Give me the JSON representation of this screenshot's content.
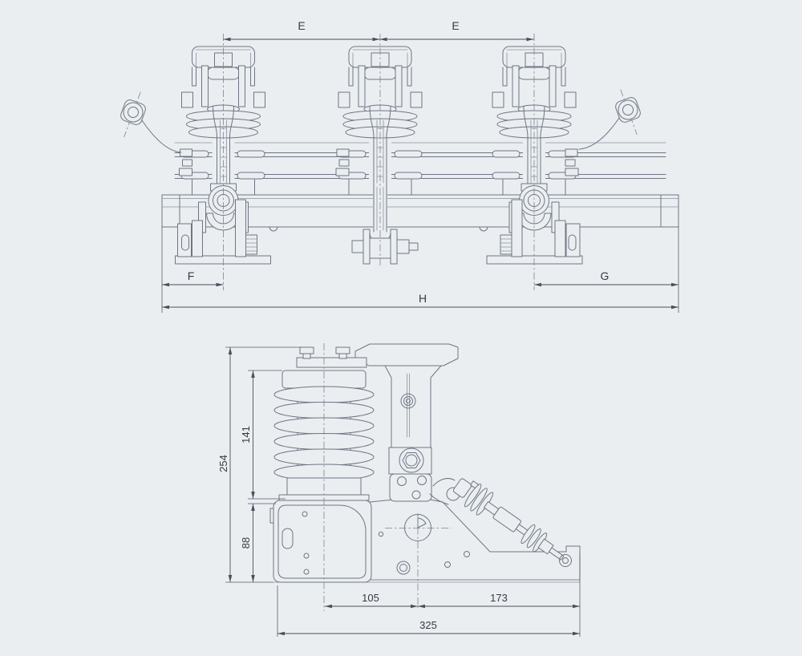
{
  "drawing": {
    "type": "technical-dimension-drawing",
    "subject": "three-pole outdoor high-voltage switch, front elevation and single-pole side elevation",
    "colors": {
      "background": "#ebeef1",
      "line": "#6e7683",
      "dimension": "#4a505a",
      "text": "#363b42"
    }
  },
  "front_view": {
    "dimensions": {
      "pole_spacing_left": "E",
      "pole_spacing_right": "E",
      "left_offset": "F",
      "right_offset": "G",
      "overall_width": "H"
    }
  },
  "side_view": {
    "dimensions": {
      "overall_height": "254",
      "insulator_height": "141",
      "box_height": "88",
      "center_to_pivot": "105",
      "pivot_to_end": "173",
      "base_width": "325"
    }
  }
}
